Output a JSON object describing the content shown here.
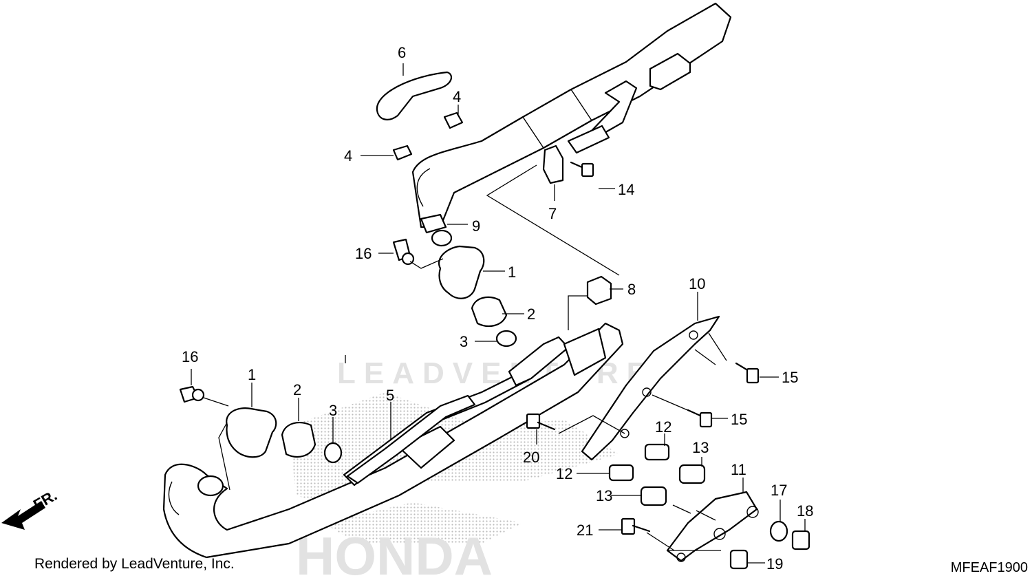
{
  "credit": "Rendered by LeadVenture, Inc.",
  "diagram_code": "MFEAF1900",
  "direction_label": "FR.",
  "watermark": {
    "brand": "HONDA",
    "text": "LEADVENTURE"
  },
  "callouts": {
    "c1a": "1",
    "c1b": "1",
    "c2a": "2",
    "c2b": "2",
    "c3a": "3",
    "c3b": "3",
    "c4a": "4",
    "c4b": "4",
    "c5": "5",
    "c6": "6",
    "c7": "7",
    "c8": "8",
    "c9": "9",
    "c10": "10",
    "c11": "11",
    "c12a": "12",
    "c12b": "12",
    "c13a": "13",
    "c13b": "13",
    "c14": "14",
    "c15a": "15",
    "c15b": "15",
    "c16a": "16",
    "c16b": "16",
    "c17": "17",
    "c18": "18",
    "c19": "19",
    "c20": "20",
    "c21": "21"
  },
  "colors": {
    "line": "#000000",
    "watermark": "#cfcfcf",
    "background": "#ffffff"
  }
}
